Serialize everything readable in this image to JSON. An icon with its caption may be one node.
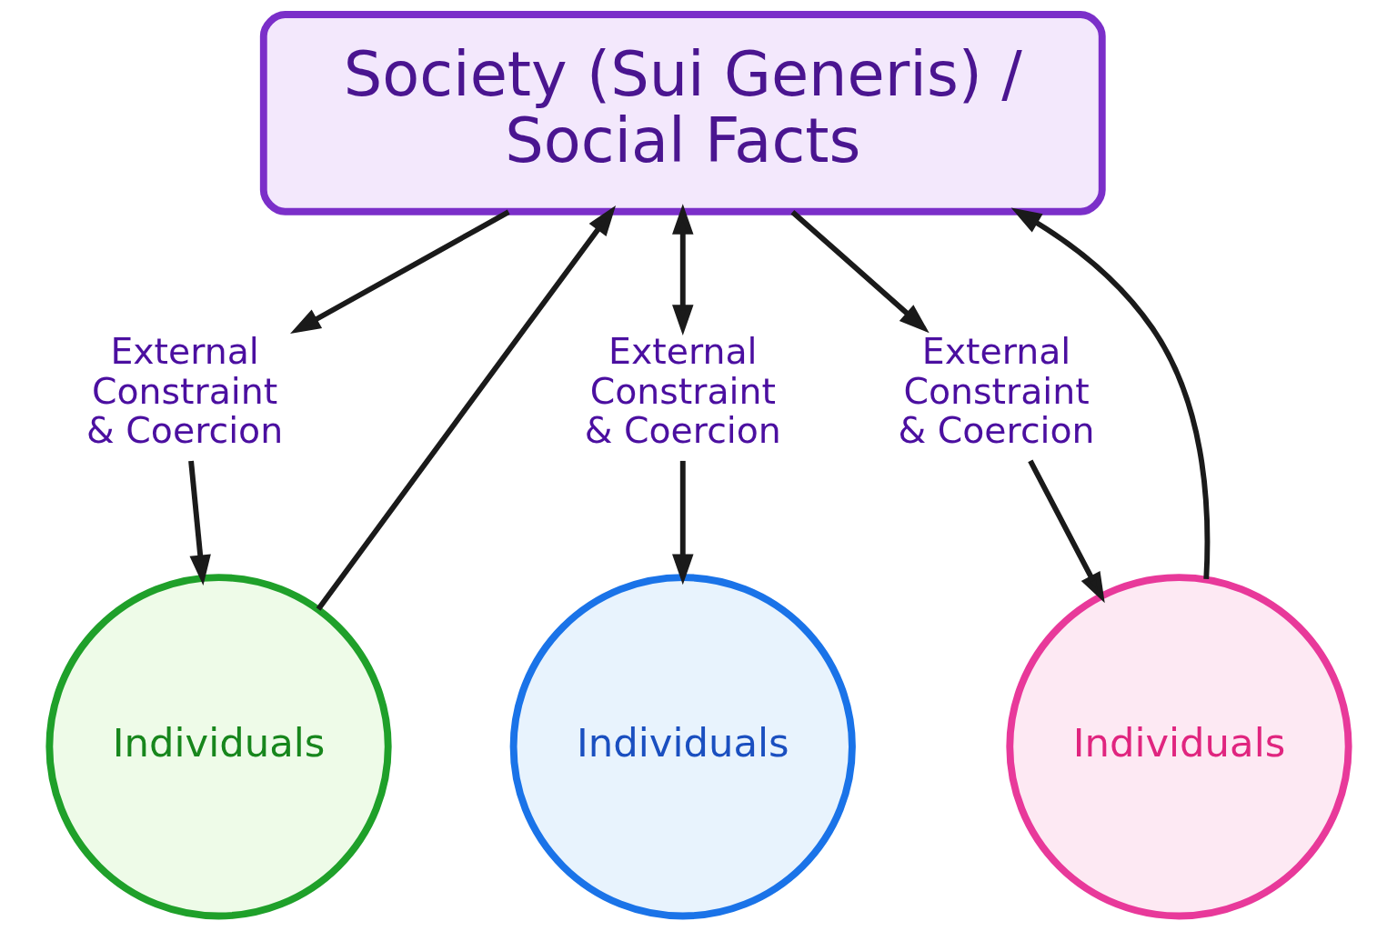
{
  "diagram": {
    "nodes": [
      {
        "text": [
          "Society (Sui Generis) / Social Facts"
        ]
      },
      {
        "text": [
          "External Constraint & Coercion"
        ]
      },
      {
        "text": [
          "External Constraint & Coercion"
        ]
      },
      {
        "text": [
          "External Constraint & Coercion"
        ]
      },
      {
        "text": [
          "Individuals"
        ]
      },
      {
        "text": [
          "Individuals"
        ]
      },
      {
        "text": [
          "Individuals"
        ]
      }
    ],
    "edges": [
      {
        "from": 0,
        "to": 1,
        "arrow": "to"
      },
      {
        "from": 1,
        "to": 4,
        "arrow": "to"
      },
      {
        "from": 4,
        "to": 0,
        "arrow": "to"
      },
      {
        "from": 0,
        "to": 2,
        "arrow": "both"
      },
      {
        "from": 2,
        "to": 5,
        "arrow": "to"
      },
      {
        "from": 6,
        "to": 0,
        "arrow": "to"
      },
      {
        "from": 0,
        "to": 3,
        "arrow": "to"
      },
      {
        "from": 3,
        "to": 6,
        "arrow": "to"
      }
    ]
  }
}
